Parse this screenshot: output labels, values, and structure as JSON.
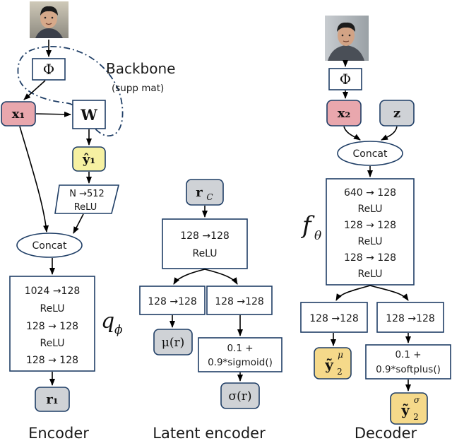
{
  "colors": {
    "border": "#1f3e66",
    "input_pink": "#e9a7ad",
    "context_gray": "#cfd2d6",
    "prediction_yellow": "#f6f1a2",
    "output_gold": "#f5d98a"
  },
  "images": {
    "encoder_face": "face-photo-icon",
    "decoder_face": "face-photo-icon"
  },
  "encoder": {
    "title": "Encoder",
    "phi": "Φ",
    "backbone_label": "Backbone",
    "backbone_note": "(supp mat)",
    "x1": "x₁",
    "w": "W",
    "y1_hat": "ŷ₁",
    "proj_line1": "N →512",
    "proj_line2": "ReLU",
    "concat": "Concat",
    "mlp_lines": [
      "1024 →128",
      "ReLU",
      "128 → 128",
      "ReLU",
      "128 → 128"
    ],
    "q_symbol": "q",
    "q_subscript": "ϕ",
    "r1": "r₁"
  },
  "latent": {
    "title": "Latent encoder",
    "rc": "r",
    "rc_subscript": "C",
    "mlp_lines": [
      "128 →128",
      "ReLU"
    ],
    "left_box": "128 →128",
    "right_box": "128 →128",
    "mu": "μ(r)",
    "sigma_lines": [
      "0.1 +",
      "0.9*sigmoid()"
    ],
    "sigma": "σ(r)"
  },
  "decoder": {
    "title": "Decoder",
    "phi": "Φ",
    "x2": "x₂",
    "z": "z",
    "concat": "Concat",
    "f_symbol": "f",
    "f_subscript": "θ",
    "mlp_lines": [
      "640 → 128",
      "ReLU",
      "128 → 128",
      "ReLU",
      "128 → 128",
      "ReLU"
    ],
    "left_box": "128 →128",
    "right_box": "128 →128",
    "mu_base": "ỹ",
    "mu_sub": "2",
    "mu_sup": "μ",
    "sigma_lines": [
      "0.1 +",
      "0.9*softplus()"
    ],
    "sigma_base": "ỹ",
    "sigma_sub": "2",
    "sigma_sup": "σ"
  }
}
